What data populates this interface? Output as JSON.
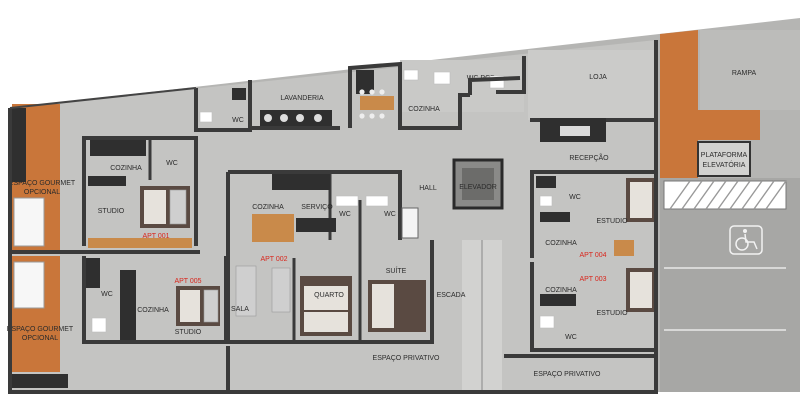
{
  "labels": {
    "wc_pcd": "WC PCD",
    "loja": "LOJA",
    "rampa": "RAMPA",
    "lavanderia": "LAVANDERIA",
    "cozinha_top": "COZINHA",
    "wc_top": "WC",
    "recepcao": "RECEPÇÃO",
    "plataforma_line1": "PLATAFORMA",
    "plataforma_line2": "ELEVATÓRIA",
    "hall": "HALL",
    "elevador": "ELEVADOR",
    "gourmet1_line1": "ESPAÇO GOURMET",
    "gourmet1_line2": "OPCIONAL",
    "gourmet2_line1": "ESPAÇO GOURMET",
    "gourmet2_line2": "OPCIONAL",
    "apt001_cozinha": "COZINHA",
    "apt001_wc": "WC",
    "apt001_studio": "STUDIO",
    "apt002_cozinha": "COZINHA",
    "apt002_servico": "SERVIÇO",
    "apt002_wc1": "WC",
    "apt002_wc2": "WC",
    "apt002_suite": "SUÍTE",
    "apt002_quarto": "QUARTO",
    "apt002_sala": "SALA",
    "apt005_wc": "WC",
    "apt005_cozinha": "COZINHA",
    "apt005_studio": "STUDIO",
    "escada": "ESCADA",
    "espaco_privativo_1": "ESPAÇO PRIVATIVO",
    "espaco_privativo_2": "ESPAÇO PRIVATIVO",
    "apt004_wc": "WC",
    "apt004_estudio": "ESTUDIO",
    "apt004_cozinha": "COZINHA",
    "apt003_cozinha": "COZINHA",
    "apt003_estudio": "ESTUDIO",
    "apt003_wc": "WC"
  },
  "apartments": {
    "apt001": "APT 001",
    "apt002": "APT 002",
    "apt003": "APT 003",
    "apt004": "APT 004",
    "apt005": "APT 005"
  },
  "icons": {
    "accessibility": "wheelchair-icon"
  },
  "colors": {
    "floor": "#c6c6c4",
    "common_floor": "#bdbdbb",
    "wall": "#3a3a3a",
    "wood": "#c9763a",
    "parking": "#a9a9a9",
    "apt_label": "#d9261c"
  }
}
